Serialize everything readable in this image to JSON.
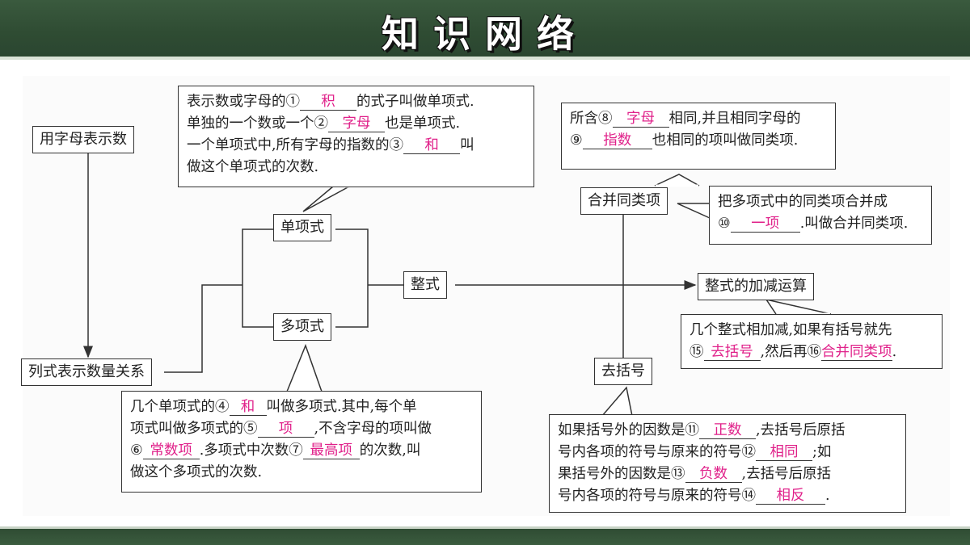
{
  "title": "知识网络",
  "nodes": {
    "represent_numbers": "用字母表示数",
    "list_relations": "列式表示数量关系",
    "monomial": "单项式",
    "polynomial": "多项式",
    "integral": "整式",
    "combine_like": "合并同类项",
    "remove_brackets": "去括号",
    "add_sub": "整式的加减运算"
  },
  "monomial_def": {
    "l1a": "表示数或字母的①",
    "a1": "积",
    "l1b": "的式子叫做单项式.",
    "l2a": "单独的一个数或一个②",
    "a2": "字母",
    "l2b": "也是单项式.",
    "l3a": "一个单项式中,所有字母的指数的③",
    "a3": "和",
    "l3b": "叫",
    "l4": "做这个单项式的次数."
  },
  "polynomial_def": {
    "l1a": "几个单项式的④",
    "a4": "和",
    "l1b": "叫做多项式.其中,每个单",
    "l2a": "项式叫做多项式的⑤",
    "a5": "项",
    "l2b": ",不含字母的项叫做",
    "l3a": "⑥",
    "a6": "常数项",
    "l3b": ".多项式中次数⑦",
    "a7": "最高项",
    "l3c": "的次数,叫",
    "l4": "做这个多项式的次数."
  },
  "like_terms_def": {
    "l1a": "所含⑧",
    "a8": "字母",
    "l1b": "相同,并且相同字母的",
    "l2a": "⑨",
    "a9": "指数",
    "l2b": "也相同的项叫做同类项."
  },
  "combine_def": {
    "l1": "把多项式中的同类项合并成",
    "l2a": "⑩",
    "a10": "一项",
    "l2b": ".叫做合并同类项."
  },
  "add_sub_def": {
    "l1": "几个整式相加减,如果有括号就先",
    "l2a": "⑮",
    "a15": "去括号",
    "l2b": ",然后再⑯",
    "a16": "合并同类项",
    "l2c": "."
  },
  "brackets_def": {
    "l1a": "如果括号外的因数是⑪",
    "a11": "正数",
    "l1b": ",去括号后原括",
    "l2a": "号内各项的符号与原来的符号⑫",
    "a12": "相同",
    "l2b": ";如",
    "l3a": "果括号外的因数是⑬",
    "a13": "负数",
    "l3b": ",去括号后原括",
    "l4a": "号内各项的符号与原来的符号⑭",
    "a14": "相反",
    "l4b": "."
  },
  "colors": {
    "header": "#2f4c33",
    "answer": "#e0218a",
    "line": "#333333"
  }
}
